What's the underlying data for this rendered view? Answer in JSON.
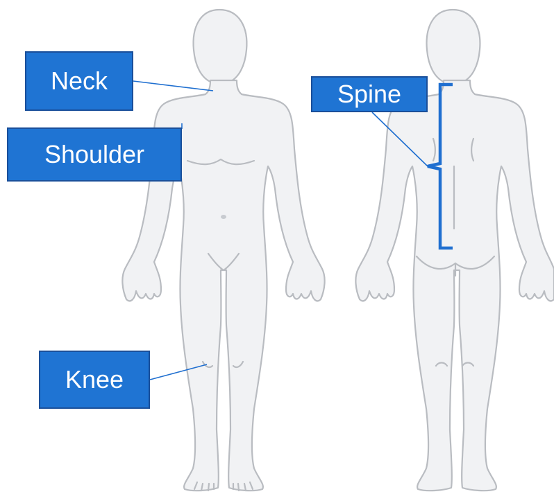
{
  "labels": {
    "neck": "Neck",
    "shoulder": "Shoulder",
    "knee": "Knee",
    "spine": "Spine"
  },
  "colors": {
    "label_fill": "#1f74d3",
    "label_border": "#1a4f9a",
    "leader_line": "#1f6fd0",
    "body_fill": "#f1f2f4",
    "body_outline": "#b9bcc1"
  }
}
